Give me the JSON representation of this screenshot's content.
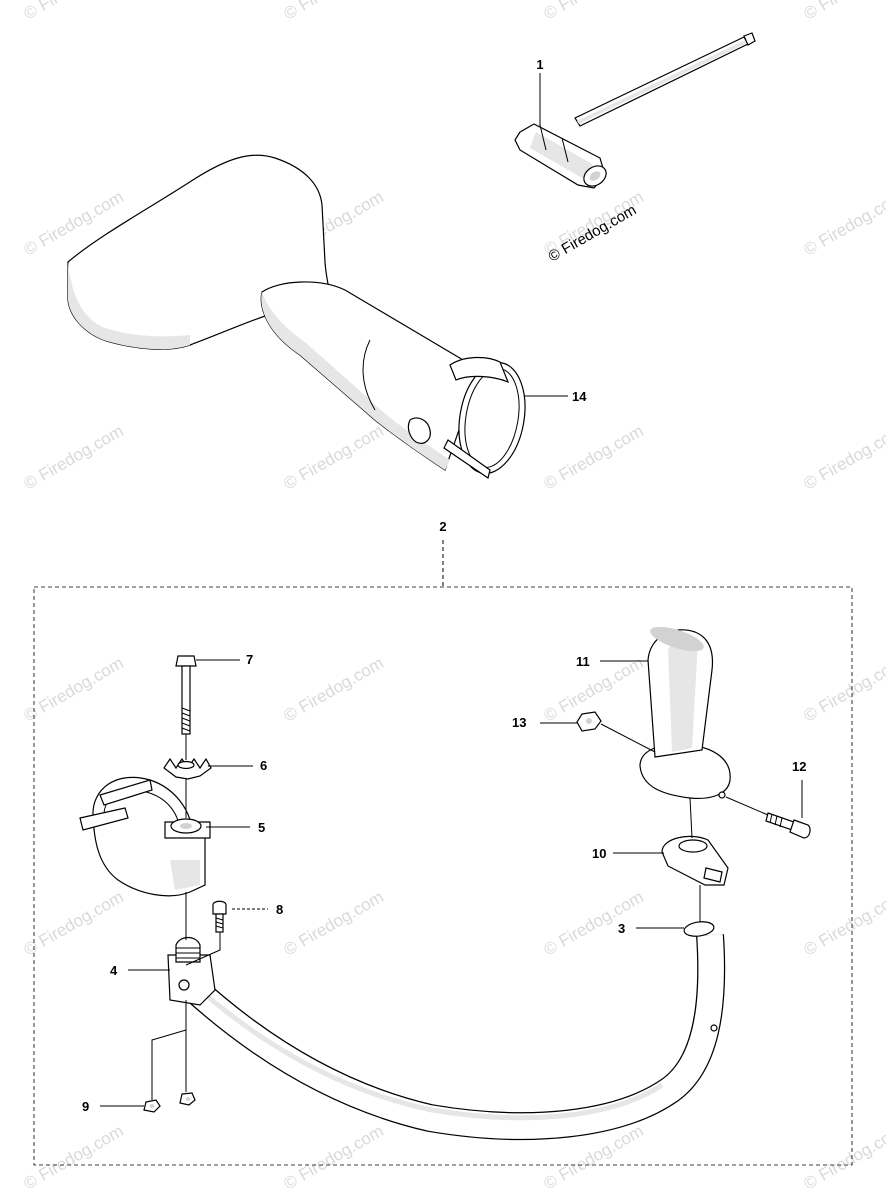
{
  "watermark_text": "© Firedog.com",
  "copyright_text": "© Firedog.com",
  "callouts": {
    "p1": "1",
    "p2": "2",
    "p3": "3",
    "p4": "4",
    "p5": "5",
    "p6": "6",
    "p7": "7",
    "p8": "8",
    "p9": "9",
    "p10": "10",
    "p11": "11",
    "p12": "12",
    "p13": "13",
    "p14": "14"
  }
}
